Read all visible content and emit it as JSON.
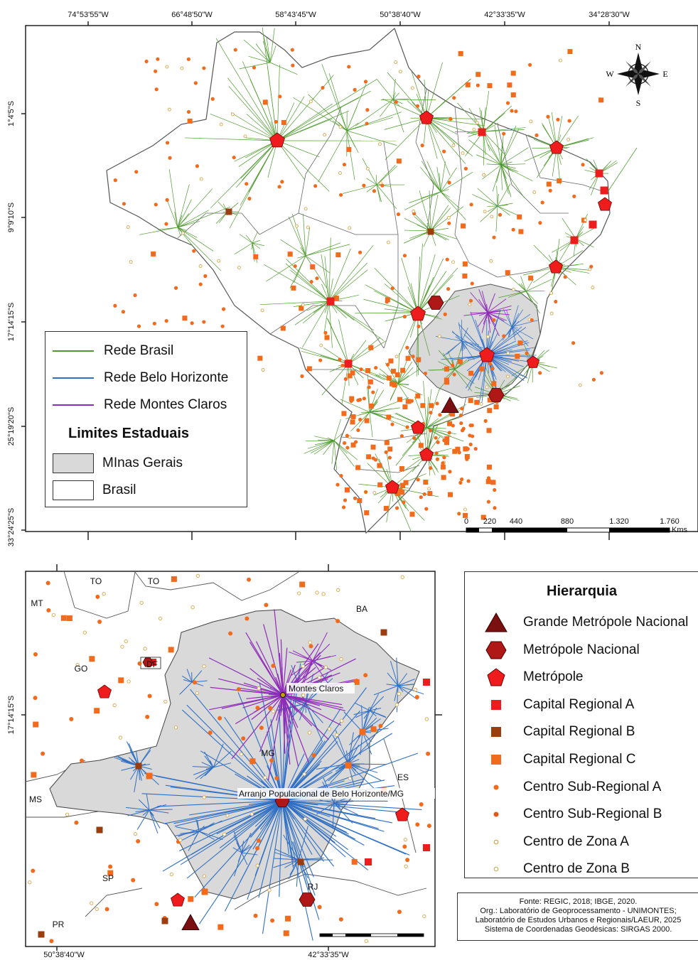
{
  "top_map": {
    "lon_ticks": [
      "74°53'55\"W",
      "66°48'50\"W",
      "58°43'45\"W",
      "50°38'40\"W",
      "42°33'35\"W",
      "34°28'30\"W"
    ],
    "lat_ticks": [
      "1°4'5\"S",
      "9°9'10\"S",
      "17°14'15\"S",
      "25°19'20\"S",
      "33°24'25\"S"
    ],
    "compass": {
      "n": "N",
      "s": "S",
      "e": "E",
      "w": "W"
    },
    "scale": {
      "labels": [
        "0",
        "220",
        "440",
        "880",
        "1.320",
        "1.760"
      ],
      "unit": "Kms"
    },
    "legend": {
      "lines": [
        {
          "label": "Rede Brasil",
          "color": "#4e9a2e"
        },
        {
          "label": "Rede Belo Horizonte",
          "color": "#2f6fc4"
        },
        {
          "label": "Rede Montes Claros",
          "color": "#8e2bb8"
        }
      ],
      "limits_title": "Limites Estaduais",
      "areas": [
        {
          "label": "MInas Gerais",
          "color": "#d9d9d9"
        },
        {
          "label": "Brasil",
          "color": "#ffffff"
        }
      ]
    }
  },
  "bottom_map": {
    "lon_ticks": [
      "50°38'40\"W",
      "42°33'35\"W"
    ],
    "lat_ticks": [
      "17°14'15\"S"
    ],
    "state_labels": [
      "TO",
      "TO",
      "MT",
      "BA",
      "GO",
      "DF",
      "MG",
      "ES",
      "MS",
      "SP",
      "RJ",
      "PR"
    ],
    "city_labels": [
      "Montes Claros",
      "Arranjo Populacional de Belo Horizonte/MG"
    ]
  },
  "hierarchy": {
    "title": "Hierarquia",
    "items": [
      {
        "label": "Grande Metrópole Nacional",
        "icon": "triangle-icon",
        "color": "#7a1010"
      },
      {
        "label": "Metrópole Nacional",
        "icon": "hexagon-icon",
        "color": "#b01818"
      },
      {
        "label": "Metrópole",
        "icon": "pentagon-icon",
        "color": "#ee1c1c"
      },
      {
        "label": "Capital Regional A",
        "icon": "square-icon",
        "color": "#ee1c1c"
      },
      {
        "label": "Capital Regional B",
        "icon": "square-icon",
        "color": "#9c3d10"
      },
      {
        "label": "Capital Regional C",
        "icon": "square-icon",
        "color": "#f26a1b"
      },
      {
        "label": "Centro Sub-Regional A",
        "icon": "dot-icon",
        "color": "#f26a1b"
      },
      {
        "label": "Centro Sub-Regional B",
        "icon": "dot-icon",
        "color": "#e2571a"
      },
      {
        "label": "Centro de Zona A",
        "icon": "ring-icon",
        "color": "#d9a64a"
      },
      {
        "label": "Centro de Zona B",
        "icon": "ring-icon",
        "color": "#c8b46a"
      }
    ]
  },
  "source": {
    "lines": [
      "Fonte: REGIC, 2018; IBGE, 2020.",
      "Org.: Laboratório de Geoprocessamento - UNIMONTES;",
      "Laboratório de Estudos Urbanos e Regionais/LAEUR, 2025",
      "Sistema de Coordenadas Geodésicas: SIRGAS 2000."
    ]
  }
}
